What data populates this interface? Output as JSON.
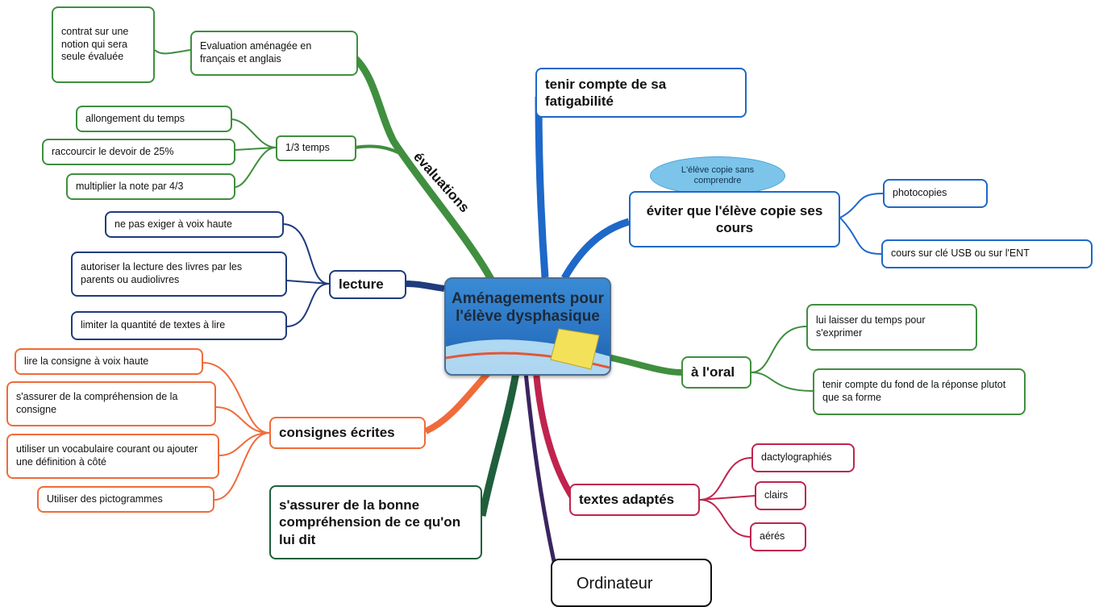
{
  "center": {
    "title": "Aménagements pour l'élève dysphasique"
  },
  "branch_labels": {
    "evaluations": "évaluations"
  },
  "evaluations": {
    "amenagee": "Evaluation aménagée en français et anglais",
    "contrat": "contrat sur une notion qui sera seule évaluée",
    "tiers_temps": "1/3 temps",
    "tiers_items": [
      "allongement du temps",
      "raccourcir le devoir de 25%",
      "multiplier la note par 4/3"
    ]
  },
  "lecture": {
    "label": "lecture",
    "items": [
      "ne pas exiger à voix haute",
      "autoriser la lecture des livres par les parents ou audiolivres",
      "limiter la quantité de textes à lire"
    ]
  },
  "consignes": {
    "label": "consignes écrites",
    "items": [
      "lire la consigne à voix haute",
      "s'assurer de la compréhension de la consigne",
      "utiliser un vocabulaire courant ou ajouter une définition à côté",
      "Utiliser des pictogrammes"
    ]
  },
  "comprehension": {
    "label": "s'assurer de la bonne compréhension de ce qu'on lui dit"
  },
  "ordinateur": {
    "label": "Ordinateur"
  },
  "fatigabilite": {
    "label": "tenir compte de sa fatigabilité"
  },
  "copie": {
    "note": "L'élève copie sans comprendre",
    "label": "éviter que l'élève copie ses cours",
    "items": [
      "photocopies",
      "cours sur clé USB ou sur l'ENT"
    ]
  },
  "oral": {
    "label": "à l'oral",
    "items": [
      "lui laisser du temps pour s'exprimer",
      "tenir compte du fond de la réponse plutot que sa forme"
    ]
  },
  "textes": {
    "label": "textes adaptés",
    "items": [
      "dactylographiés",
      "clairs",
      "aérés"
    ]
  },
  "colors": {
    "evaluations": "#3f8f3f",
    "comprehension": "#1f5f3c",
    "lecture": "#1f3b7d",
    "consignes": "#f06b3a",
    "copie": "#1d68c9",
    "textes": "#c0244e",
    "ordinateur": "#3a2560",
    "center": "#2a74c3"
  }
}
